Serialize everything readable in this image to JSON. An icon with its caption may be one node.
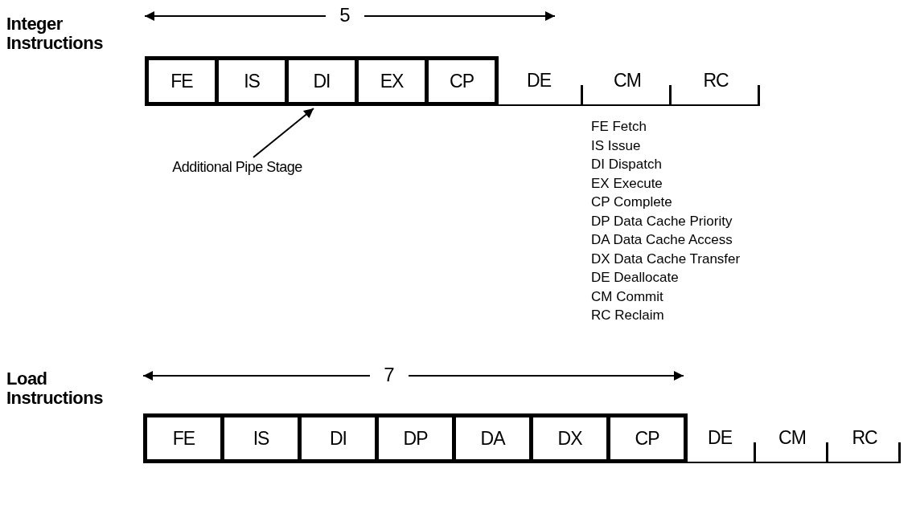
{
  "diagram": {
    "nodes": [
      {
        "text": [
          "FE"
        ]
      },
      {
        "text": [
          "IS"
        ]
      },
      {
        "text": [
          "DI"
        ]
      },
      {
        "text": [
          "EX"
        ]
      },
      {
        "text": [
          "CP"
        ]
      },
      {
        "text": [
          "DE"
        ]
      },
      {
        "text": [
          "CM"
        ]
      },
      {
        "text": [
          "RC"
        ]
      },
      {
        "text": [
          "Additional Pipe Stage"
        ]
      },
      {
        "text": [
          "FE"
        ]
      },
      {
        "text": [
          "IS"
        ]
      },
      {
        "text": [
          "DI"
        ]
      },
      {
        "text": [
          "DP"
        ]
      },
      {
        "text": [
          "DA"
        ]
      },
      {
        "text": [
          "DX"
        ]
      },
      {
        "text": [
          "CP"
        ]
      },
      {
        "text": [
          "DE"
        ]
      },
      {
        "text": [
          "CM"
        ]
      },
      {
        "text": [
          "RC"
        ]
      }
    ],
    "edges": [
      {
        "from": 8,
        "to": 2,
        "arrow": "to"
      }
    ],
    "labels": [
      "5",
      "Integer Instructions",
      "FE Fetch",
      "IS Issue",
      "DI Dispatch",
      "EX Execute",
      "CP Complete",
      "DP Data Cache Priority",
      "DA Data Cache Access",
      "DX Data Cache Transfer",
      "DE Deallocate",
      "CM Commit",
      "RC Reclaim",
      "7",
      "Load Instructions"
    ]
  }
}
